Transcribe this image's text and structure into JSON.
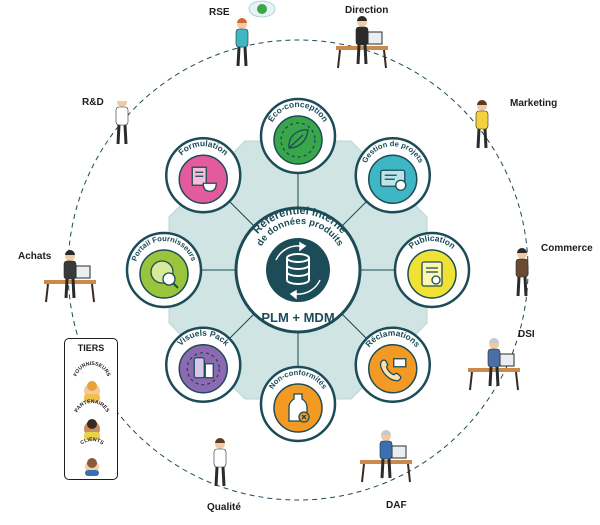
{
  "center": {
    "title_line1": "Référentiel interne",
    "title_line2": "de données produits",
    "subtitle": "PLM + MDM"
  },
  "modules": [
    {
      "label": "Éco-conception",
      "color": "#3aa64a",
      "icon": "leaf-icon"
    },
    {
      "label": "Gestion de projets",
      "color": "#3fb6c4",
      "icon": "project-board-icon"
    },
    {
      "label": "Publication",
      "color": "#efe232",
      "icon": "publication-share-icon"
    },
    {
      "label": "Réclamations",
      "color": "#f39a24",
      "icon": "phone-complaint-icon"
    },
    {
      "label": "Non-conformités",
      "color": "#f39a24",
      "icon": "bottle-error-icon"
    },
    {
      "label": "Visuels Pack",
      "color": "#8d69b1",
      "icon": "pack-visual-icon"
    },
    {
      "label": "Portail Fournisseurs",
      "color": "#9ac43b",
      "icon": "supplier-portal-icon"
    },
    {
      "label": "Formulation",
      "color": "#e35b9c",
      "icon": "formulation-icon"
    }
  ],
  "roles": {
    "rse": "RSE",
    "direction": "Direction",
    "marketing": "Marketing",
    "commerce": "Commerce",
    "dsi": "DSI",
    "daf": "DAF",
    "qualite": "Qualité",
    "achats": "Achats",
    "rd": "R&D"
  },
  "tiers": {
    "title": "TIERS",
    "items": [
      "FOURNISSEURS",
      "PARTENAIRES",
      "CLIENTS"
    ]
  },
  "colors": {
    "ring_fill": "#cfe4e3",
    "ring_stroke": "#1b4c57",
    "center_fill": "#1b4c57",
    "dashed_circle": "#1b4c57"
  }
}
